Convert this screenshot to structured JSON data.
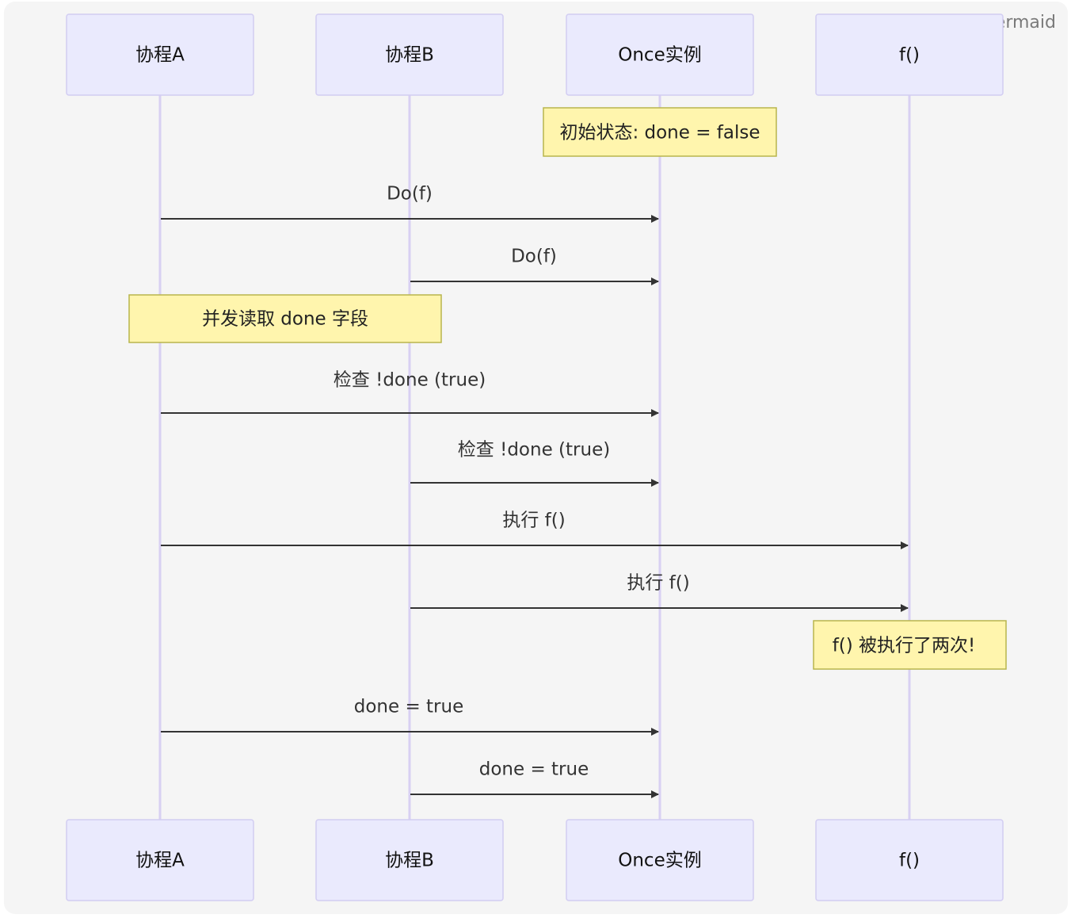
{
  "watermark": "mermaid",
  "participants": [
    "协程A",
    "协程B",
    "Once实例",
    "f()"
  ],
  "notes": [
    "初始状态: done = false",
    "并发读取 done 字段",
    "f() 被执行了两次!"
  ],
  "messages": [
    {
      "from": "协程A",
      "to": "Once实例",
      "label": "Do(f)"
    },
    {
      "from": "协程B",
      "to": "Once实例",
      "label": "Do(f)"
    },
    {
      "from": "协程A",
      "to": "Once实例",
      "label": "检查 !done (true)"
    },
    {
      "from": "协程B",
      "to": "Once实例",
      "label": "检查 !done (true)"
    },
    {
      "from": "协程A",
      "to": "f()",
      "label": "执行 f()"
    },
    {
      "from": "协程B",
      "to": "f()",
      "label": "执行 f()"
    },
    {
      "from": "协程A",
      "to": "Once实例",
      "label": "done = true"
    },
    {
      "from": "协程B",
      "to": "Once实例",
      "label": "done = true"
    }
  ]
}
